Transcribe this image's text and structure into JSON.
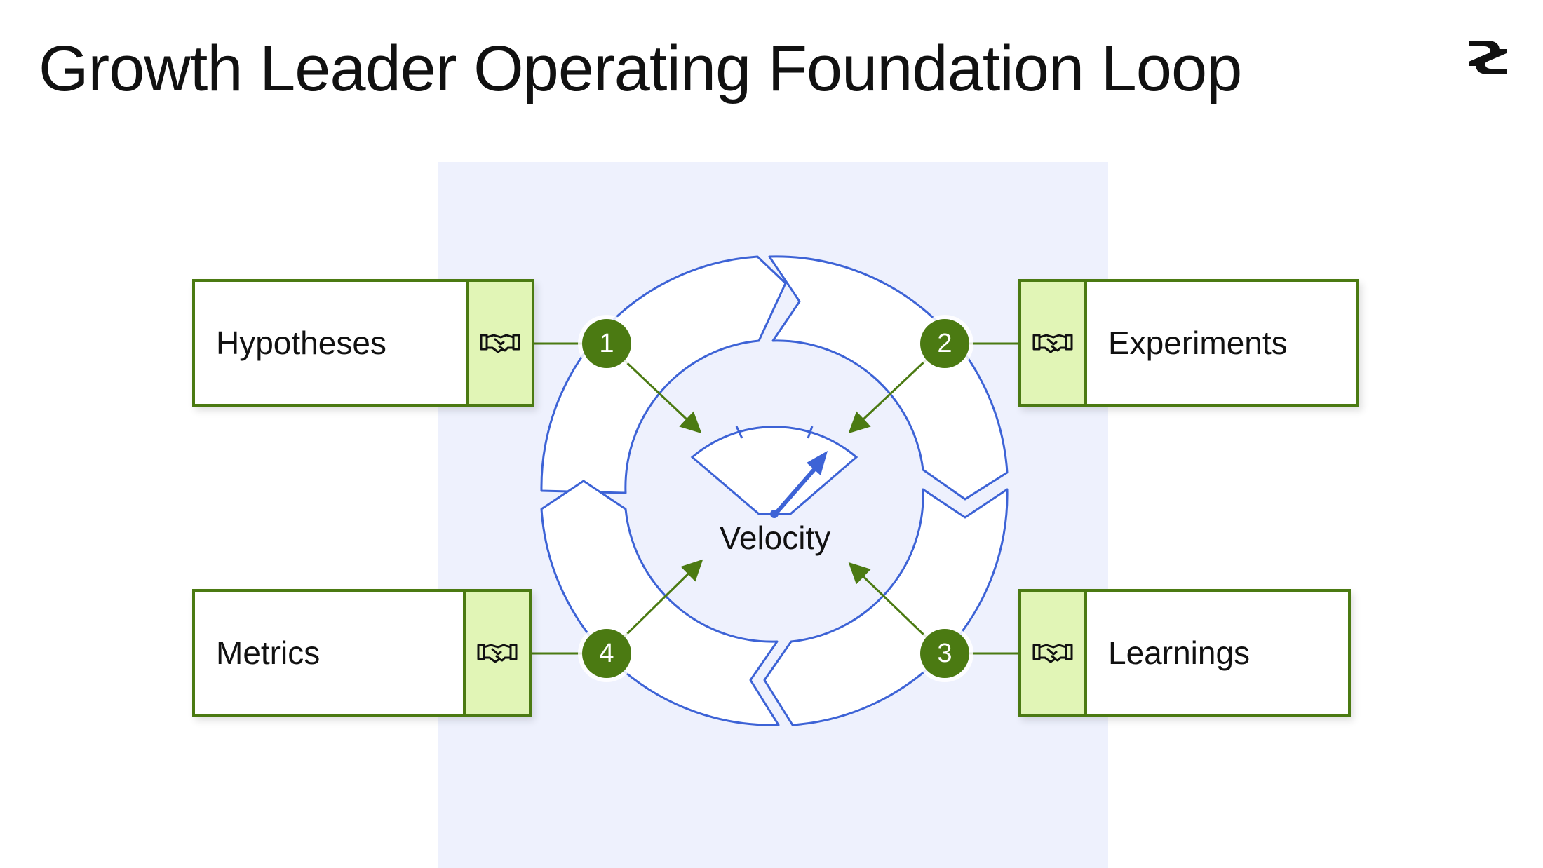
{
  "title": "Growth Leader Operating Foundation Loop",
  "center": {
    "label": "Velocity",
    "icon": "gauge-icon"
  },
  "nodes": [
    {
      "number": "1",
      "label": "Hypotheses",
      "icon": "handshake-icon"
    },
    {
      "number": "2",
      "label": "Experiments",
      "icon": "handshake-icon"
    },
    {
      "number": "3",
      "label": "Learnings",
      "icon": "handshake-icon"
    },
    {
      "number": "4",
      "label": "Metrics",
      "icon": "handshake-icon"
    }
  ],
  "colors": {
    "accent_green": "#4b7a12",
    "icon_cell_fill": "#e1f5b6",
    "ring_blue": "#3d63d6",
    "panel_fill": "#eef1fd"
  }
}
